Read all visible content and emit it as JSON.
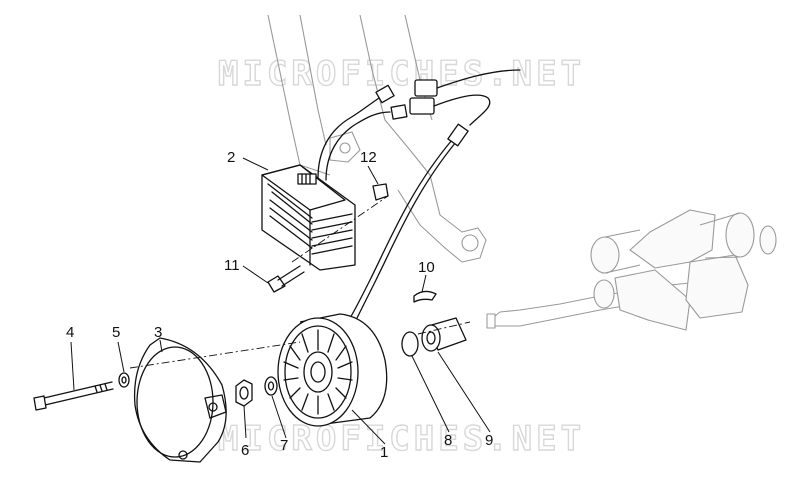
{
  "watermark": {
    "text": "MICROFICHES.NET"
  },
  "callouts": [
    {
      "id": "1",
      "label": "1",
      "part": "stator"
    },
    {
      "id": "2",
      "label": "2",
      "part": "voltage-regulator"
    },
    {
      "id": "3",
      "label": "3",
      "part": "stator-cover"
    },
    {
      "id": "4",
      "label": "4",
      "part": "bolt"
    },
    {
      "id": "5",
      "label": "5",
      "part": "washer"
    },
    {
      "id": "6",
      "label": "6",
      "part": "nut"
    },
    {
      "id": "7",
      "label": "7",
      "part": "washer"
    },
    {
      "id": "8",
      "label": "8",
      "part": "circlip"
    },
    {
      "id": "9",
      "label": "9",
      "part": "spacer"
    },
    {
      "id": "10",
      "label": "10",
      "part": "key"
    },
    {
      "id": "11",
      "label": "11",
      "part": "screw"
    },
    {
      "id": "12",
      "label": "12",
      "part": "clip"
    }
  ]
}
